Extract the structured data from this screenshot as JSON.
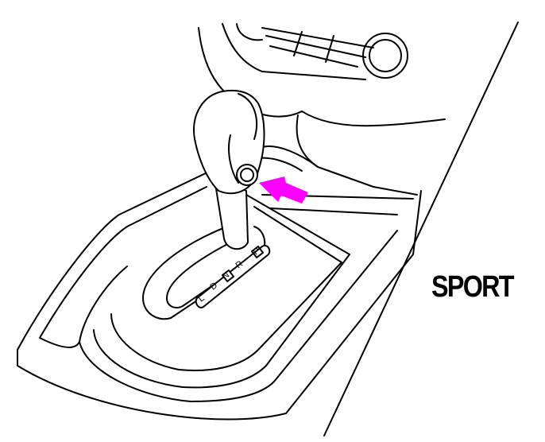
{
  "label": "SPORT",
  "gear_positions": [
    "P",
    "R",
    "N",
    "D",
    "L"
  ],
  "selected_gear": "N",
  "colors": {
    "arrow": "#ff00ff",
    "line": "#000000"
  },
  "icons": [
    "push-arrow-icon",
    "shift-lock-button-icon"
  ]
}
